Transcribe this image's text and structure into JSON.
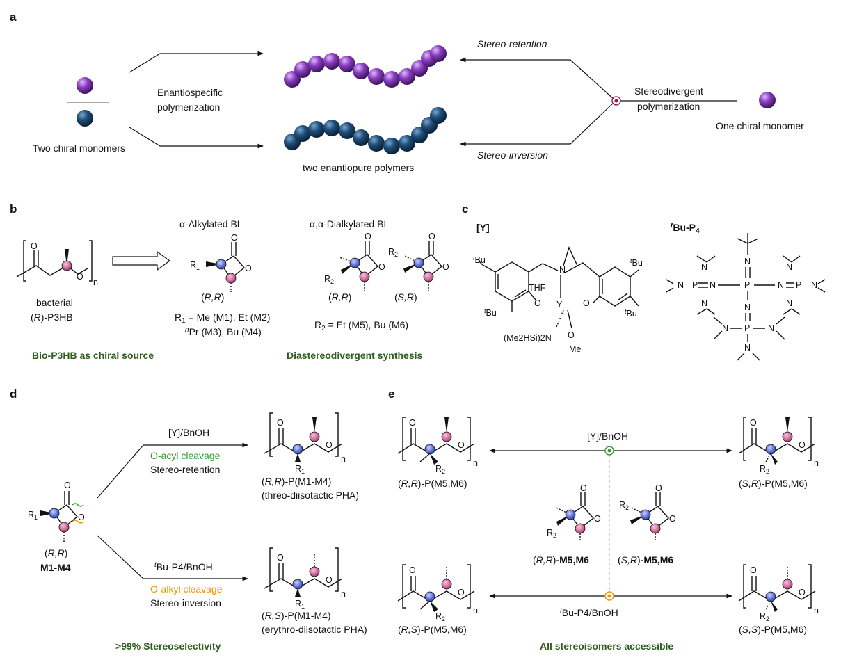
{
  "colors": {
    "purple": "#8a3fc0",
    "navy": "#1f4e79",
    "green_text": "#2e5e1e",
    "green_label": "#2e9e2e",
    "orange_label": "#f39200",
    "blue_center": "#5b6fd8",
    "pink_center": "#d06a9c"
  },
  "a": {
    "letter": "a",
    "two_monomers": "Two chiral monomers",
    "enantiospecific_1": "Enantiospecific",
    "enantiospecific_2": "polymerization",
    "polymers": "two enantiopure polymers",
    "retention": "Stereo-retention",
    "inversion": "Stereo-inversion",
    "stereodivergent_1": "Stereodivergent",
    "stereodivergent_2": "polymerization",
    "one_monomer": "One chiral monomer"
  },
  "b": {
    "letter": "b",
    "bacterial": "bacterial",
    "p3hb_label": "-P3HB",
    "p3hb_R": "R",
    "alpha_title": "α-Alkylated BL",
    "dialkyl_title": "α,α-Dialkylated BL",
    "r1_line1": "= Me (M1), Et (M2)",
    "r1_line2": "Pr (M3), Bu (M4)",
    "r2_line": "= Et (M5), Bu (M6)",
    "rr": "R,R",
    "sr": "S,R",
    "bio_caption": "Bio-P3HB as chiral source",
    "dia_caption": "Diastereodivergent synthesis"
  },
  "c": {
    "letter": "c",
    "y_label": "[Y]",
    "p4_label": "Bu-P",
    "thf": "THF",
    "amide": "(Me2HSi)2N",
    "me": "Me"
  },
  "d": {
    "letter": "d",
    "cat_top": "[Y]/BnOH",
    "o_acyl": "O-acyl cleavage",
    "retention": "Stereo-retention",
    "cat_bottom": "Bu-P4/BnOH",
    "o_alkyl": "O-alkyl cleavage",
    "inversion": "Stereo-inversion",
    "monomer_cfg": "R,R",
    "monomer_name": "M1-M4",
    "poly_top": "-P(M1-M4)",
    "poly_top_cfg": "R,R",
    "poly_top_sub": "(threo-diisotactic PHA)",
    "poly_bottom": "-P(M1-M4)",
    "poly_bottom_cfg": "R,S",
    "poly_bottom_sub": "(erythro-diisotactic PHA)",
    "caption": ">99% Stereoselectivity"
  },
  "e": {
    "letter": "e",
    "cat_top": "[Y]/BnOH",
    "cat_bottom": "Bu-P4/BnOH",
    "tl": "R,R",
    "tr": "S,R",
    "bl": "R,S",
    "br": "S,S",
    "poly_suffix": "-P(M5,M6)",
    "mon_left": "-M5,M6",
    "mon_right": "-M5,M6",
    "mon_left_cfg": "R,R",
    "mon_right_cfg": "S,R",
    "caption": "All stereoisomers accessible"
  }
}
